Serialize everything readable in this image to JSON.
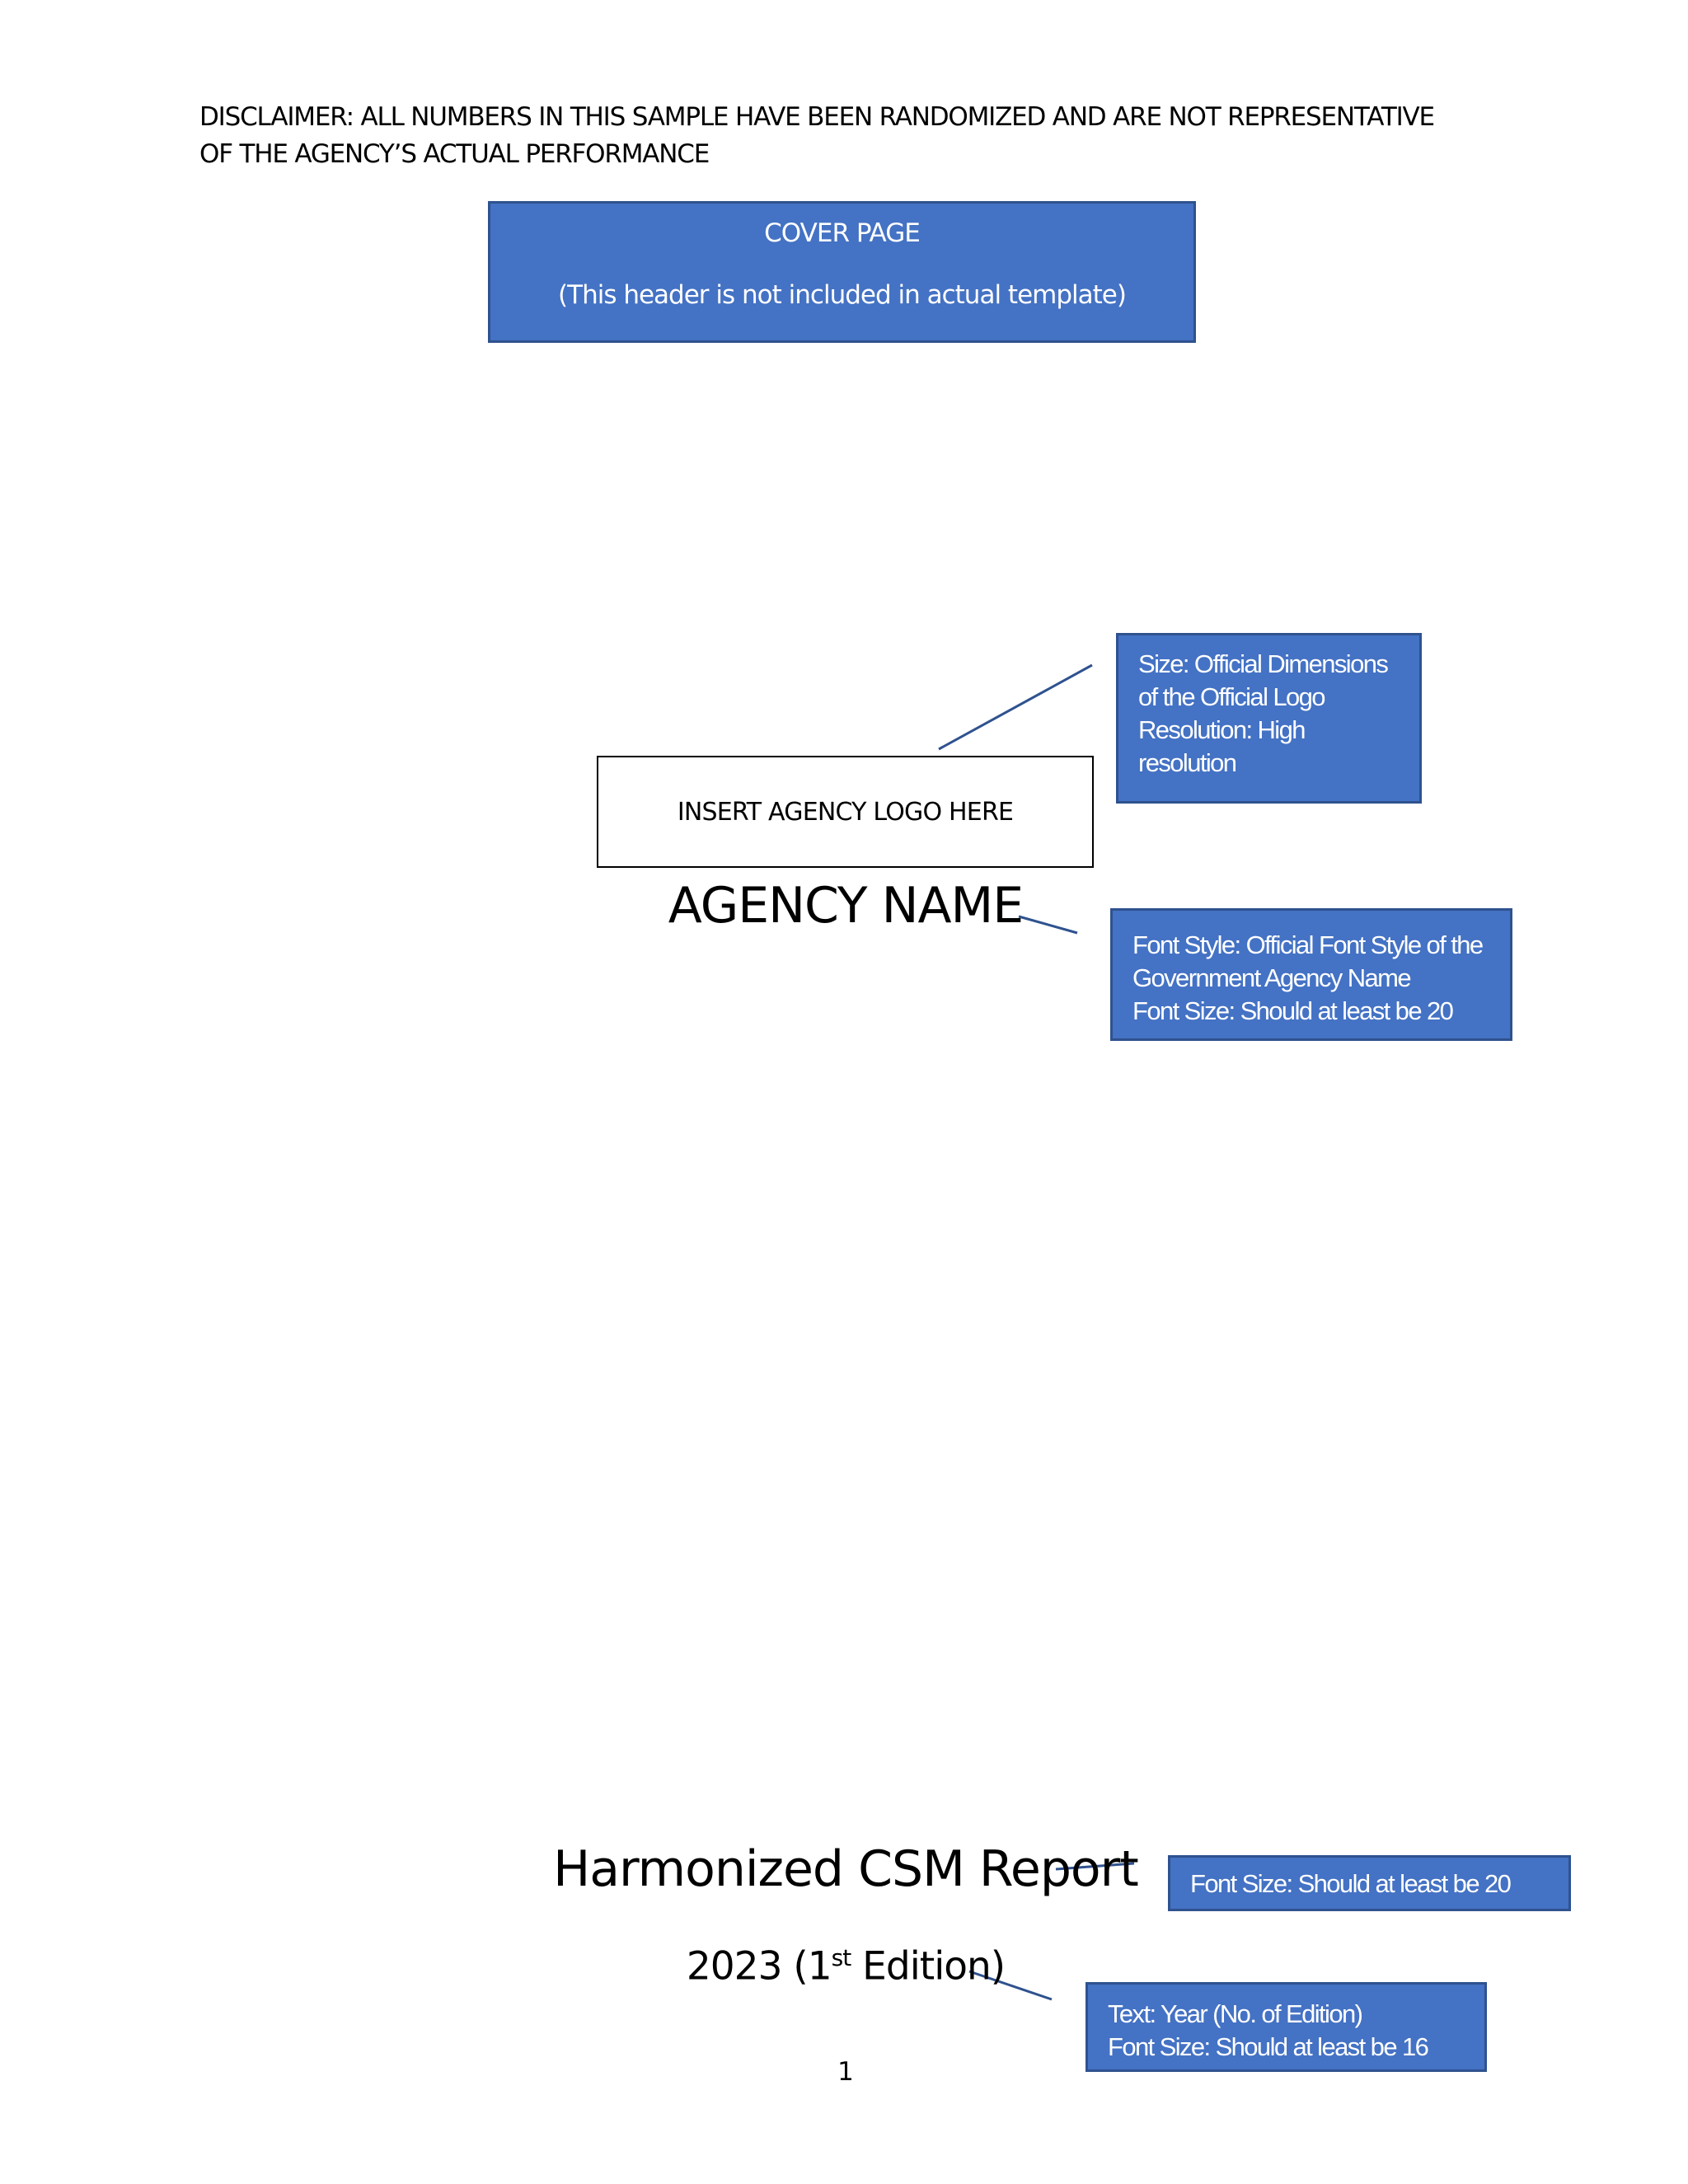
{
  "disclaimer": {
    "line1": "DISCLAIMER: ALL NUMBERS IN THIS SAMPLE HAVE BEEN RANDOMIZED AND ARE NOT REPRESENTATIVE",
    "line2": "OF THE AGENCY’S ACTUAL PERFORMANCE"
  },
  "cover_header": {
    "title": "COVER PAGE",
    "subtitle": "(This header is not included in actual template)"
  },
  "logo_placeholder": "INSERT AGENCY LOGO HERE",
  "agency_name": "AGENCY NAME",
  "report_title": "Harmonized CSM Report",
  "edition": {
    "year_prefix": "2023 (1",
    "superscript": "st",
    "suffix": " Edition)"
  },
  "page_number": "1",
  "callouts": {
    "logo": [
      "Size: Official Dimensions",
      "of the Official Logo",
      "Resolution: High",
      "resolution"
    ],
    "agency_name": [
      "Font Style: Official Font Style of the",
      "Government Agency Name",
      "Font Size: Should at least be 20"
    ],
    "title": [
      "Font Size: Should at least be 20"
    ],
    "edition": [
      "Text: Year (No. of Edition)",
      "Font Size: Should at least be 16"
    ]
  },
  "colors": {
    "callout_fill": "#4472C4",
    "callout_border": "#2F528F"
  }
}
